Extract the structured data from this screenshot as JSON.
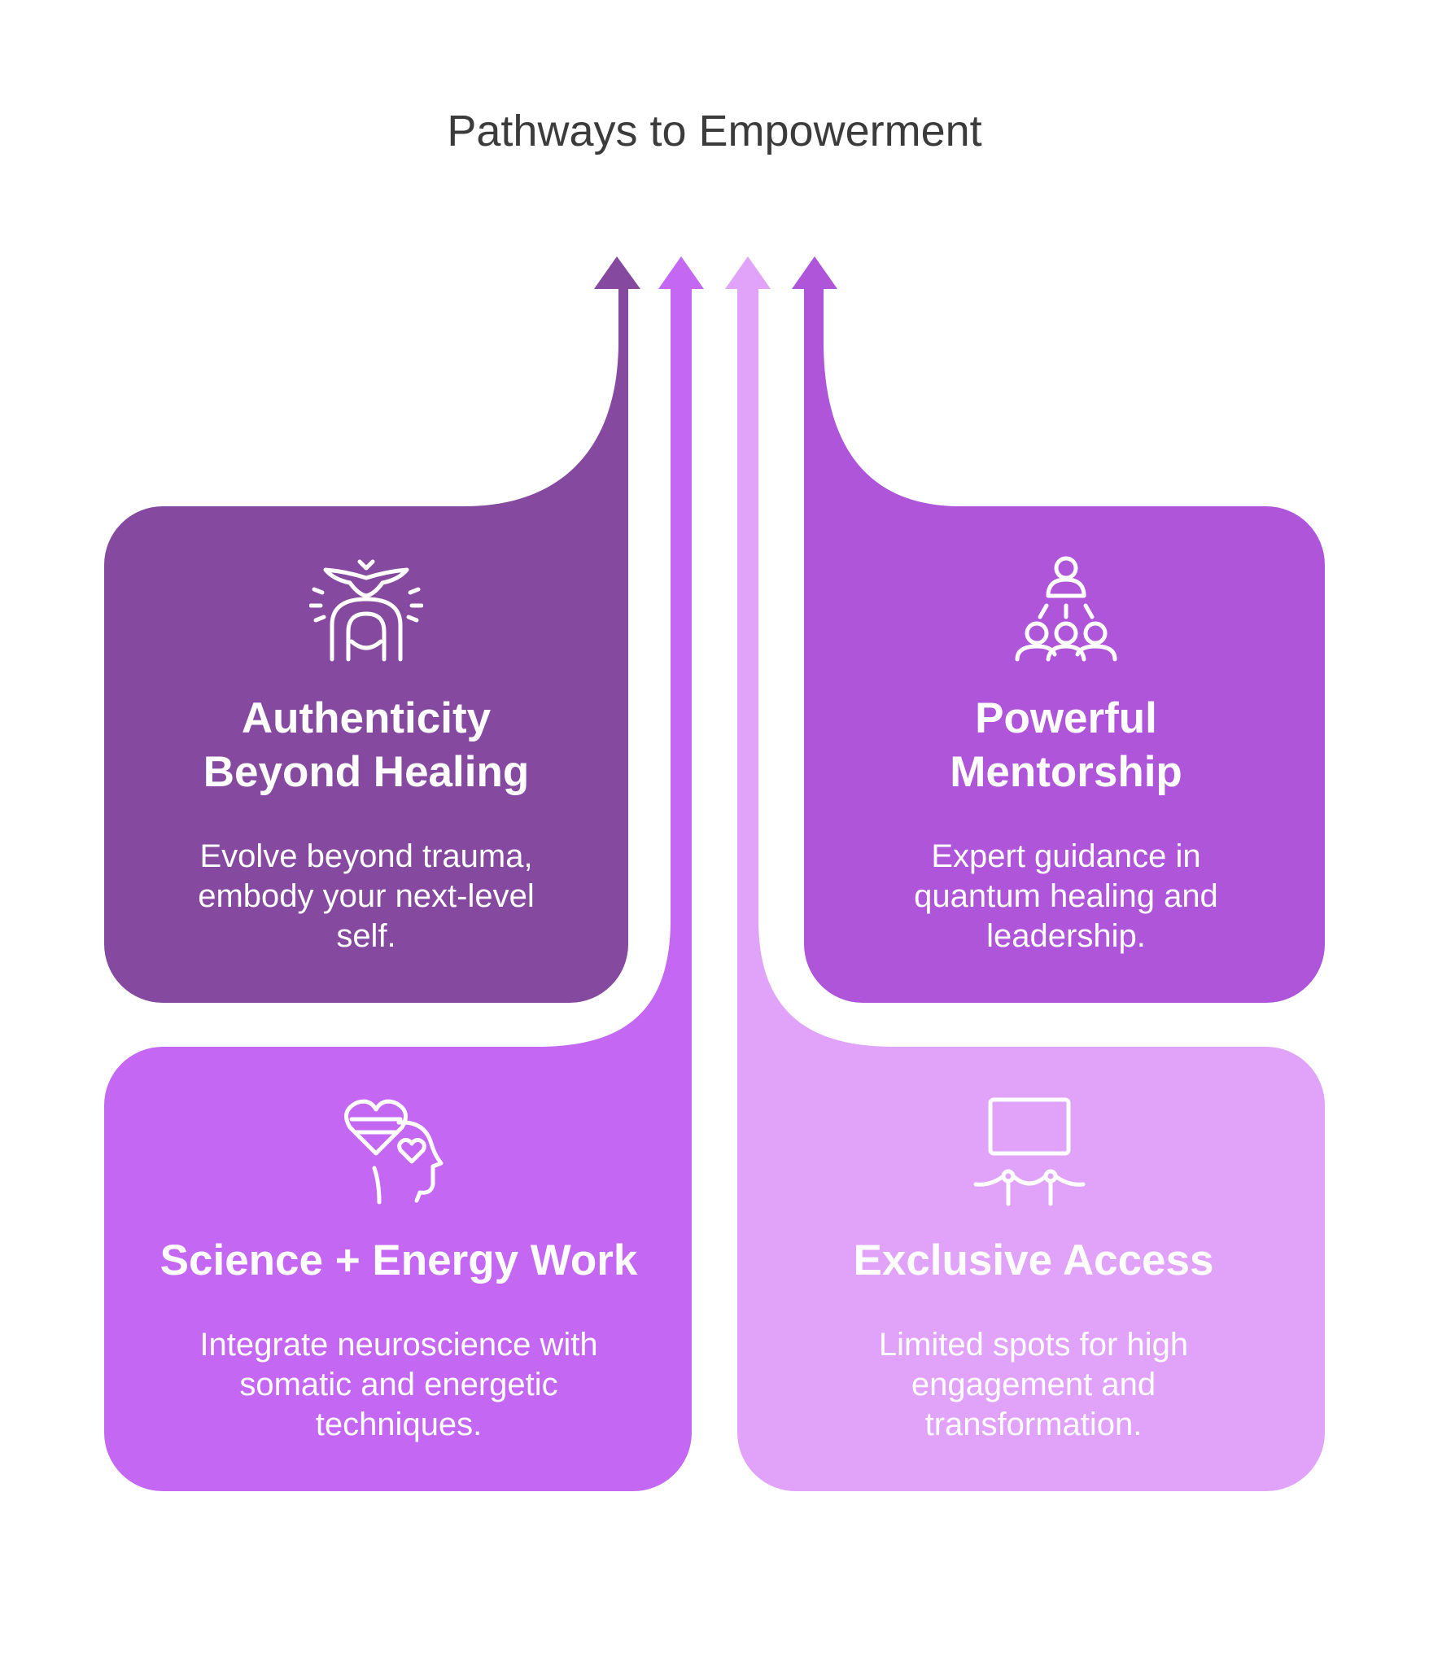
{
  "title": "Pathways to Empowerment",
  "colors": {
    "dark_purple": "#8549A0",
    "medium_purple": "#AE55DA",
    "bright_purple": "#C467F2",
    "light_purple": "#E1A3F9"
  },
  "cards": [
    {
      "heading_line1": "Authenticity",
      "heading_line2": "Beyond Healing",
      "description": "Evolve beyond trauma, embody your next-level self.",
      "icon": "bird-over-woman-icon"
    },
    {
      "heading_line1": "Powerful",
      "heading_line2": "Mentorship",
      "description": "Expert guidance in quantum healing and leadership.",
      "icon": "mentor-group-icon"
    },
    {
      "heading_line1": "Science + Energy Work",
      "description": "Integrate neuroscience with somatic and energetic techniques.",
      "icon": "heart-mind-icon"
    },
    {
      "heading_line1": "Exclusive Access",
      "description": "Limited spots for high engagement and transformation.",
      "icon": "vip-rope-screen-icon"
    }
  ]
}
